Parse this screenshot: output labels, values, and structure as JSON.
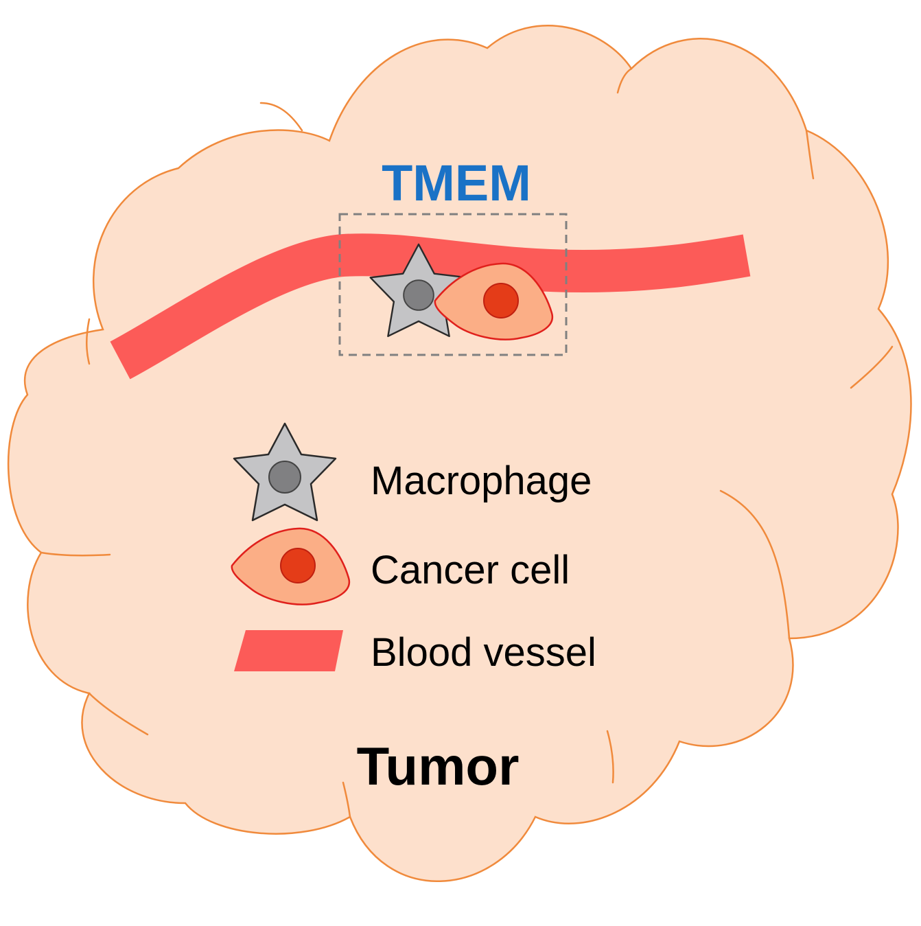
{
  "diagram": {
    "tmem_label": "TMEM",
    "tumor_label": "Tumor",
    "legend": {
      "macrophage": "Macrophage",
      "cancer_cell": "Cancer cell",
      "blood_vessel": "Blood vessel"
    }
  },
  "colors": {
    "tumor_fill": "#fde0cc",
    "tumor_stroke": "#f08a3c",
    "vessel": "#fc5b58",
    "macrophage_fill": "#c4c4c6",
    "macrophage_nucleus": "#808082",
    "cancer_fill": "#fbae86",
    "cancer_stroke": "#e0201c",
    "cancer_nucleus": "#e43c18",
    "tmem_text": "#1a72c6",
    "tmem_box": "#808080",
    "text": "#000000"
  }
}
